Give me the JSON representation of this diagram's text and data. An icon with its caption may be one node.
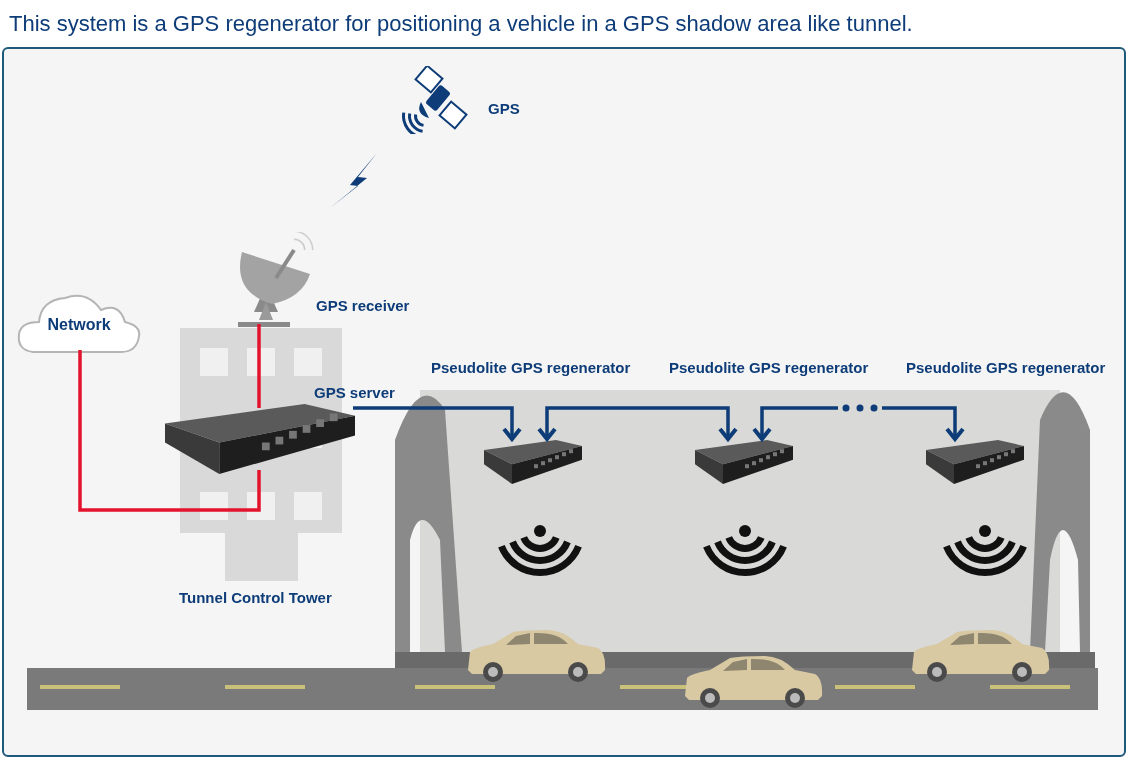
{
  "diagram": {
    "title": "This system is a GPS regenerator for positioning a vehicle in a GPS shadow area like tunnel.",
    "nodes": [
      {
        "text": [],
        "shape": "picture",
        "beside": [
          "GPS"
        ]
      },
      {
        "text": [],
        "shape": "picture",
        "beside": [
          "GPS receiver"
        ]
      },
      {
        "text": [
          "Network"
        ]
      },
      {
        "text": [],
        "shape": "picture",
        "beside": [
          "GPS server"
        ]
      },
      {
        "text": [],
        "shape": "picture"
      },
      {
        "text": [],
        "shape": "picture"
      },
      {
        "text": [],
        "shape": "picture"
      }
    ],
    "edges": [
      {
        "from": 1,
        "to": 3,
        "arrow": "none",
        "color": "#e3122d"
      },
      {
        "from": 2,
        "to": 3,
        "arrow": "none",
        "color": "#e3122d"
      },
      {
        "from": 3,
        "to": 4,
        "arrow": "to"
      },
      {
        "from": 4,
        "to": 5,
        "arrow": "both"
      },
      {
        "from": 5,
        "to": 6,
        "arrow": "both"
      }
    ],
    "labels": [
      "Pseudolite GPS regenerator",
      "Pseudolite GPS regenerator",
      "Pseudolite GPS regenerator",
      "Tunnel Control Tower"
    ]
  }
}
